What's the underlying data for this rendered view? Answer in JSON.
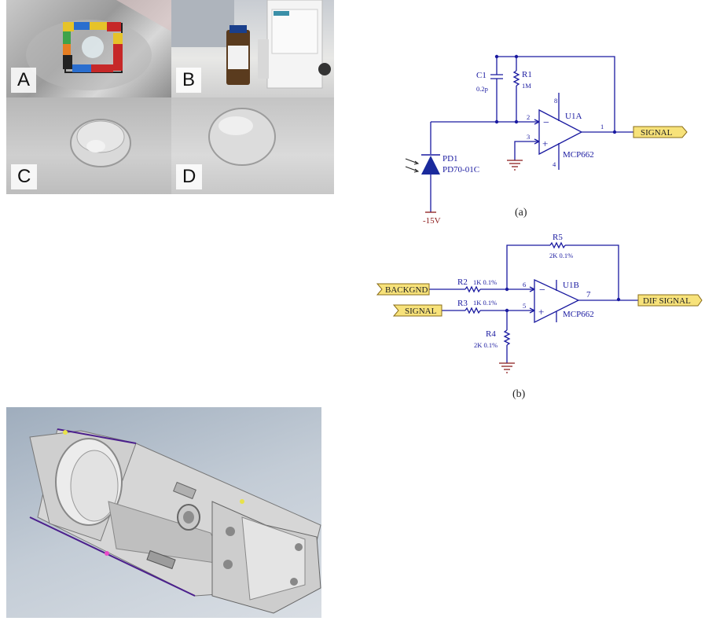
{
  "photos": [
    {
      "label": "A"
    },
    {
      "label": "B"
    },
    {
      "label": "C"
    },
    {
      "label": "D"
    }
  ],
  "circuit_a": {
    "caption": "(a)",
    "c1": {
      "name": "C1",
      "value": "0.2p"
    },
    "r1": {
      "name": "R1",
      "value": "1M"
    },
    "opamp": {
      "name": "U1A",
      "part": "MCP662",
      "pin_out": "1",
      "pin_inv": "2",
      "pin_noninv": "3",
      "pin_vplus": "8",
      "pin_vminus": "4"
    },
    "diode": {
      "name": "PD1",
      "part": "PD70-01C"
    },
    "supply": "-15V",
    "output_tag": "SIGNAL"
  },
  "circuit_b": {
    "caption": "(b)",
    "r5": {
      "name": "R5",
      "value": "2K 0.1%"
    },
    "r2": {
      "name": "R2",
      "value": "1K 0.1%"
    },
    "r3": {
      "name": "R3",
      "value": "1K 0.1%"
    },
    "r4": {
      "name": "R4",
      "value": "2K 0.1%"
    },
    "opamp": {
      "name": "U1B",
      "part": "MCP662",
      "pin_out": "7",
      "pin_inv": "6",
      "pin_noninv": "5"
    },
    "input_tags": [
      "BACKGND",
      "SIGNAL"
    ],
    "output_tag": "DIF SIGNAL"
  },
  "colors": {
    "wire": "#1a1aa0",
    "tag_fill": "#f7e27a",
    "tag_stroke": "#8a6d1a",
    "ground": "#8b1a1a",
    "cad_background": "#b9c4d1",
    "cad_part": "#d4d4d4"
  }
}
